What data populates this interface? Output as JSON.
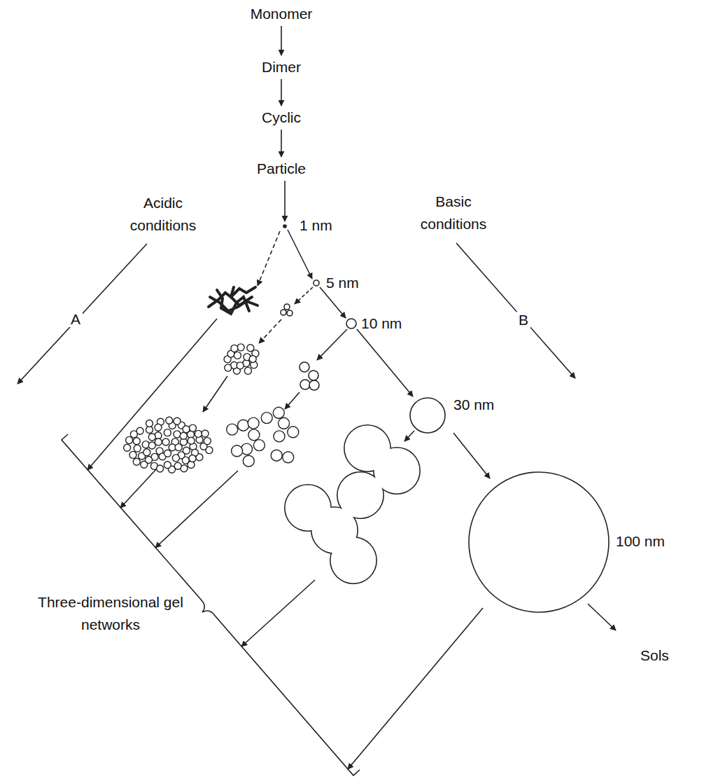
{
  "diagram": {
    "nodes": [
      {
        "text": [
          "Monomer"
        ]
      },
      {
        "text": [
          "Dimer"
        ]
      },
      {
        "text": [
          "Cyclic"
        ]
      },
      {
        "text": [
          "Particle"
        ]
      }
    ],
    "edges": [
      {
        "from": 0,
        "to": 1,
        "arrow": "to"
      },
      {
        "from": 1,
        "to": 2,
        "arrow": "to"
      },
      {
        "from": 2,
        "to": 3,
        "arrow": "to"
      }
    ],
    "labels": [
      "Acidic conditions",
      "Basic conditions",
      "A",
      "B",
      "1 nm",
      "5 nm",
      "10 nm",
      "30 nm",
      "100 nm",
      "Three-dimensional gel networks",
      "Sols"
    ]
  }
}
